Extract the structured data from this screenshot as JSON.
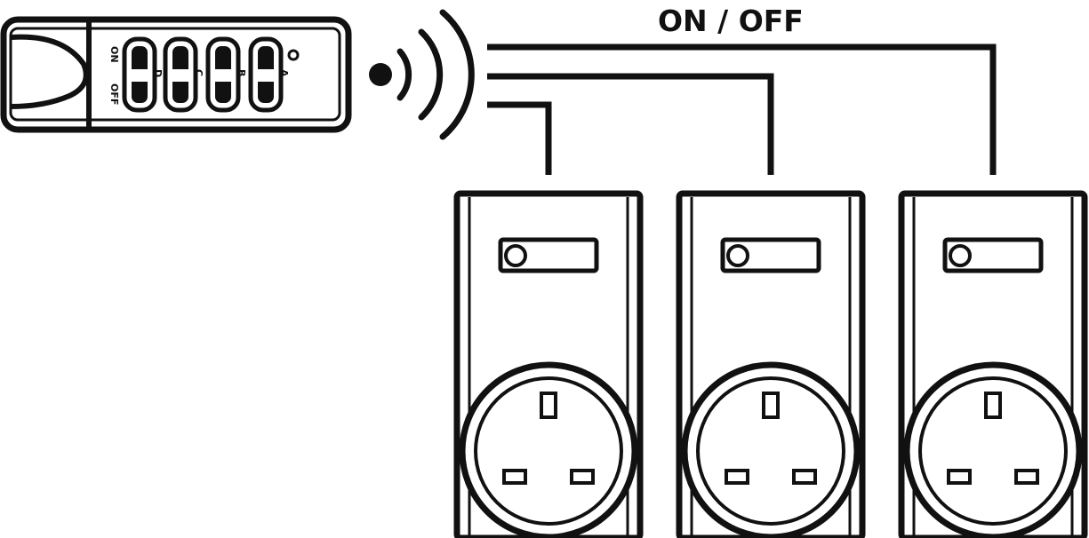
{
  "signal_label": "ON / OFF",
  "remote": {
    "on_label": "ON",
    "off_label": "OFF",
    "channels": [
      "A",
      "B",
      "C",
      "D"
    ]
  },
  "colors": {
    "ink": "#111111",
    "background": "#ffffff"
  },
  "sockets": [
    {
      "id": 1
    },
    {
      "id": 2
    },
    {
      "id": 3
    }
  ]
}
